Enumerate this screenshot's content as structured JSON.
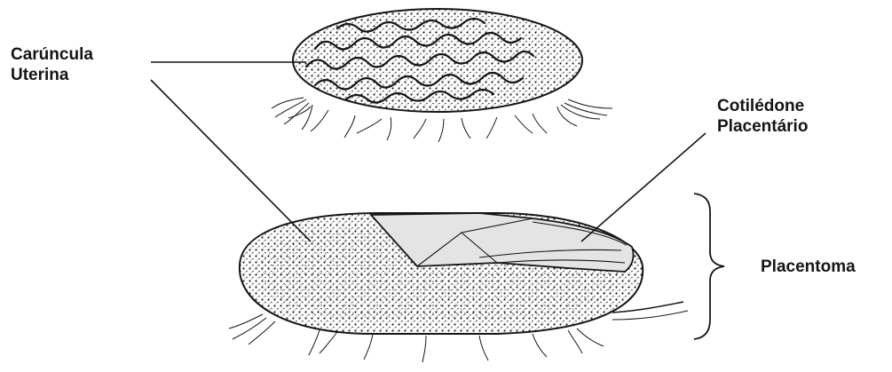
{
  "labels": {
    "caruncula": [
      "Carúncula",
      "Uterina"
    ],
    "cotiledone": [
      "Cotilédone",
      "Placentário"
    ],
    "placentoma": "Placentoma"
  },
  "colors": {
    "ink": "#151515",
    "tissue_dark": "#3a3a3a",
    "tissue_mid": "#6e6e6e",
    "membrane": "#e4e4e4",
    "background": "#ffffff"
  }
}
